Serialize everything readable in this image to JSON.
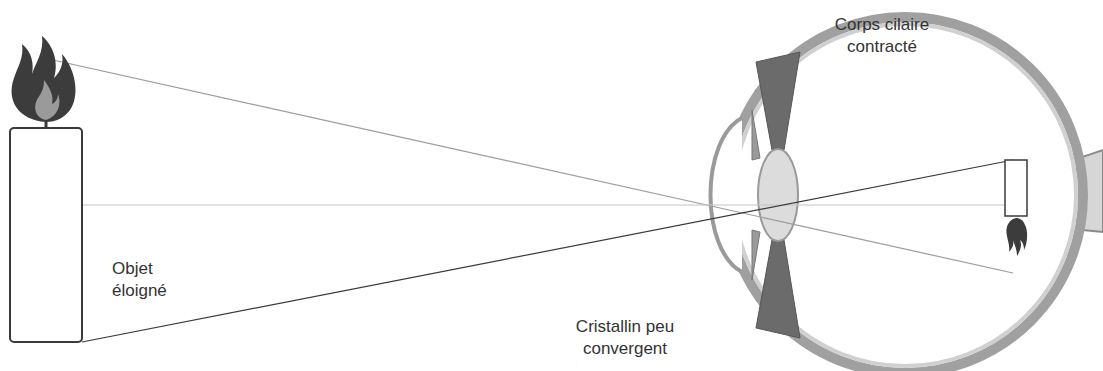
{
  "diagram": {
    "labels": [
      "Corps cilaire contracté",
      "Objet éloigné",
      "Cristallin peu convergent"
    ]
  }
}
